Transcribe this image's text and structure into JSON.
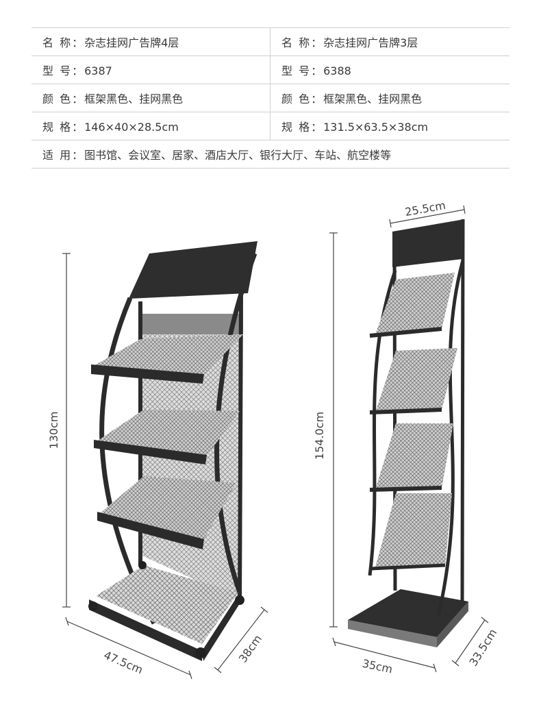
{
  "specs": {
    "rows": [
      {
        "left": {
          "key": "名 称：",
          "value": "杂志挂网广告牌4层"
        },
        "right": {
          "key": "名 称：",
          "value": "杂志挂网广告牌3层"
        }
      },
      {
        "left": {
          "key": "型 号：",
          "value": "6387"
        },
        "right": {
          "key": "型 号：",
          "value": "6388"
        }
      },
      {
        "left": {
          "key": "颜 色：",
          "value": "框架黑色、挂网黑色"
        },
        "right": {
          "key": "颜 色：",
          "value": "框架黑色、挂网黑色"
        }
      },
      {
        "left": {
          "key": "规 格：",
          "value": "146×40×28.5cm"
        },
        "right": {
          "key": "规 格：",
          "value": "131.5×63.5×38cm"
        }
      }
    ],
    "usage": {
      "key": "适 用：",
      "value": "图书馆、会议室、居家、酒店大厅、银行大厅、车站、航空楼等"
    }
  },
  "product_left": {
    "height_label": "130cm",
    "width_label": "47.5cm",
    "depth_label": "38cm"
  },
  "product_right": {
    "height_label": "154.0cm",
    "top_width_label": "25.5cm",
    "width_label": "35cm",
    "depth_label": "33.5cm"
  },
  "colors": {
    "frame": "#2b2b2b",
    "mesh": "#9a9a9a",
    "line": "#cfcfcf"
  }
}
